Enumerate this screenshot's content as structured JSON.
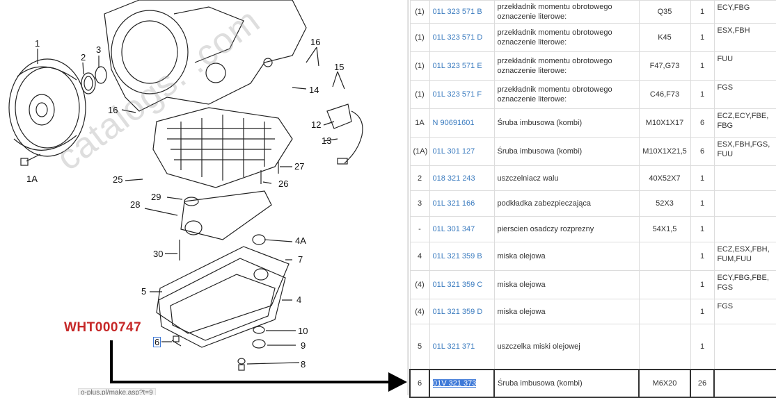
{
  "diagram": {
    "watermark": "catalogs.     .com",
    "callouts": [
      "1",
      "2",
      "3",
      "16",
      "16",
      "15",
      "14",
      "12",
      "13",
      "1A",
      "25",
      "27",
      "26",
      "29",
      "28",
      "4A",
      "30",
      "7",
      "5",
      "4",
      "10",
      "9",
      "8",
      "6"
    ],
    "annotation": "WHT000747",
    "url_fragment": "o-plus.pl/make.asp?t=9"
  },
  "parts": [
    {
      "pos": "(1)",
      "num": "01L 323 571 B",
      "name": "przekładnik momentu obrotowego oznaczenie literowe:",
      "dim": "Q35",
      "qty": "1",
      "models": "ECY,FBG"
    },
    {
      "pos": "(1)",
      "num": "01L 323 571 D",
      "name": "przekładnik momentu obrotowego oznaczenie literowe:",
      "dim": "K45",
      "qty": "1",
      "models": "ESX,FBH"
    },
    {
      "pos": "(1)",
      "num": "01L 323 571 E",
      "name": "przekładnik momentu obrotowego oznaczenie literowe:",
      "dim": "F47,G73",
      "qty": "1",
      "models": "FUU"
    },
    {
      "pos": "(1)",
      "num": "01L 323 571 F",
      "name": "przekładnik momentu obrotowego oznaczenie literowe:",
      "dim": "C46,F73",
      "qty": "1",
      "models": "FGS"
    },
    {
      "pos": "1A",
      "num": "N  90691601",
      "name": "Śruba imbusowa (kombi)",
      "dim": "M10X1X17",
      "qty": "6",
      "models": "ECZ,ECY,FBE, FBG"
    },
    {
      "pos": "(1A)",
      "num": "01L 301 127",
      "name": "Śruba imbusowa (kombi)",
      "dim": "M10X1X21,5",
      "qty": "6",
      "models": "ESX,FBH,FGS, FUU"
    },
    {
      "pos": "2",
      "num": "018 321 243",
      "name": "uszczelniacz walu",
      "dim": "40X52X7",
      "qty": "1",
      "models": ""
    },
    {
      "pos": "3",
      "num": "01L 321 166",
      "name": "podkładka zabezpieczająca",
      "dim": "52X3",
      "qty": "1",
      "models": ""
    },
    {
      "pos": "-",
      "num": "01L 301 347",
      "name": "pierscien osadczy rozprezny",
      "dim": "54X1,5",
      "qty": "1",
      "models": ""
    },
    {
      "pos": "4",
      "num": "01L 321 359 B",
      "name": "miska olejowa",
      "dim": "",
      "qty": "1",
      "models": "ECZ,ESX,FBH, FUM,FUU"
    },
    {
      "pos": "(4)",
      "num": "01L 321 359 C",
      "name": "miska olejowa",
      "dim": "",
      "qty": "1",
      "models": "ECY,FBG,FBE, FGS"
    },
    {
      "pos": "(4)",
      "num": "01L 321 359 D",
      "name": "miska olejowa",
      "dim": "",
      "qty": "1",
      "models": "FGS"
    },
    {
      "pos": "5",
      "num": "01L 321 371",
      "name": "uszczelka miski olejowej",
      "dim": "",
      "qty": "1",
      "models": ""
    },
    {
      "pos": "6",
      "num": "01V 321 373",
      "name": "Śruba imbusowa (kombi)",
      "dim": "M6X20",
      "qty": "26",
      "models": ""
    }
  ],
  "colors": {
    "link": "#3a7bbf",
    "annotation": "#c62828",
    "selection": "#3f7ad8"
  }
}
